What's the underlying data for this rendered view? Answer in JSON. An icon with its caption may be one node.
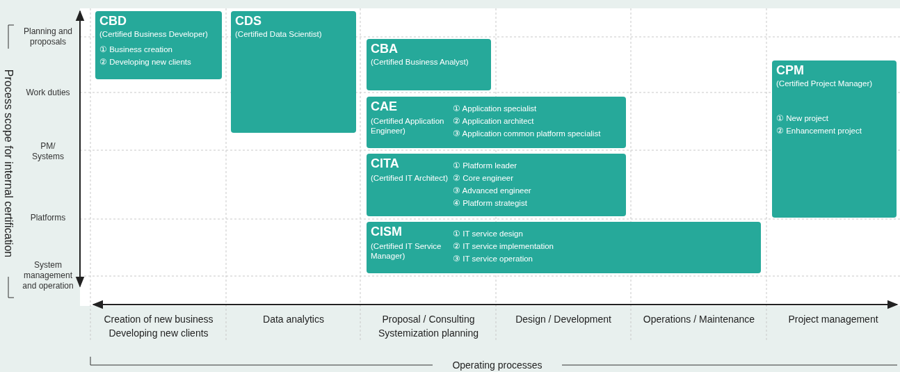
{
  "diagram": {
    "nodes": [
      {
        "text": [
          "CBD",
          "(Certified Business Developer)",
          "① Business creation",
          "② Developing new clients"
        ]
      },
      {
        "text": [
          "CDS",
          "(Certified Data Scientist)"
        ]
      },
      {
        "text": [
          "CBA",
          "(Certified Business Analyst)"
        ]
      },
      {
        "text": [
          "CAE",
          "(Certified Application Engineer)",
          "① Application specialist",
          "② Application architect",
          "③ Application common platform specialist"
        ]
      },
      {
        "text": [
          "CITA",
          "(Certified IT Architect)",
          "① Platform leader",
          "② Core engineer",
          "③ Advanced engineer",
          "④ Platform strategist"
        ]
      },
      {
        "text": [
          "CISM",
          "(Certified IT Service Manager)",
          "① IT service design",
          "② IT service implementation",
          "③ IT service operation"
        ]
      },
      {
        "text": [
          "CPM",
          "(Certified Project Manager)",
          "① New project",
          "② Enhancement project"
        ]
      }
    ],
    "labels": [
      "Process scope for internal certification",
      "Planning and proposals",
      "Work duties",
      "PM/ Systems",
      "Platforms",
      "System management and operation",
      "Creation of new business Developing new clients",
      "Data analytics",
      "Proposal / Consulting Systemization planning",
      "Design / Development",
      "Operations / Maintenance",
      "Project management",
      "Operating processes"
    ]
  }
}
